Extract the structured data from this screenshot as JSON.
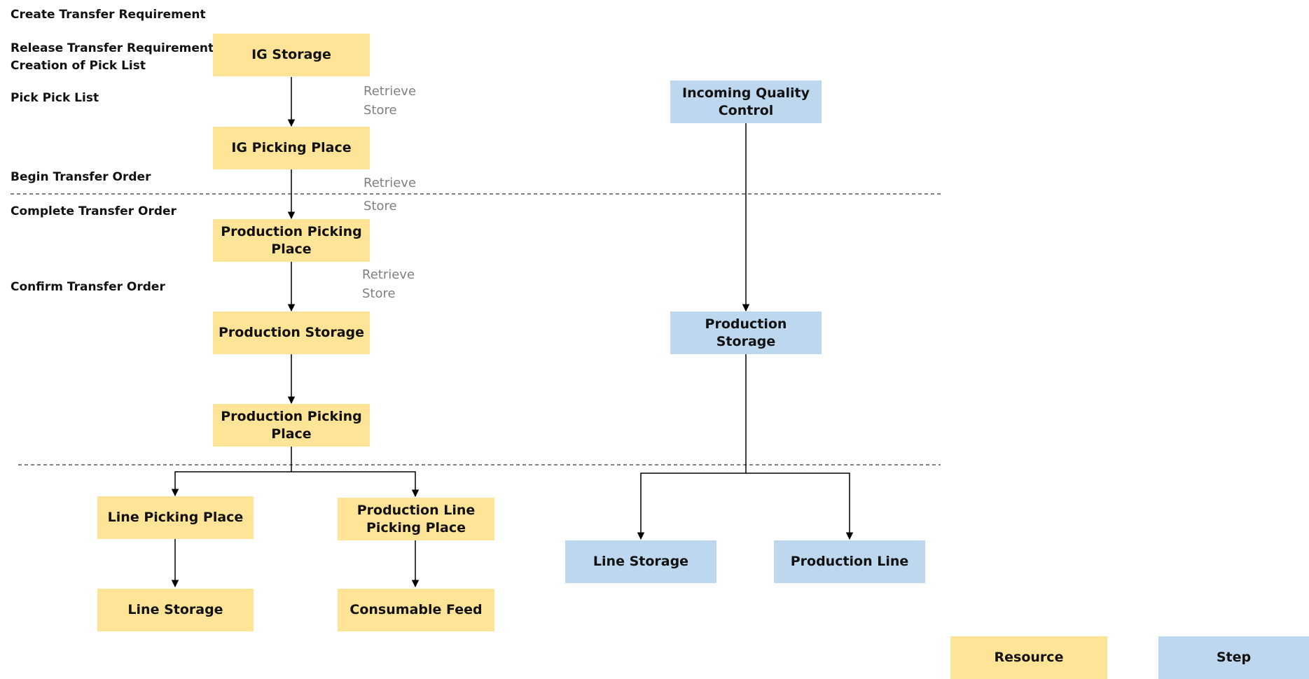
{
  "diagram": {
    "step_labels": [
      "Create Transfer Requirement",
      "Release Transfer Requirement +\nCreation of Pick List",
      "Pick Pick List",
      "Begin Transfer Order",
      "Complete Transfer Order",
      "Confirm Transfer Order"
    ],
    "annotations": [
      "Retrieve",
      "Store",
      "Retrieve",
      "Store",
      "Retrieve",
      "Store"
    ],
    "resource_nodes": {
      "ig_storage": "IG Storage",
      "ig_picking_place": "IG Picking Place",
      "production_picking_place_1": "Production Picking Place",
      "production_storage": "Production Storage",
      "production_picking_place_2": "Production Picking Place",
      "line_picking_place": "Line Picking Place",
      "production_line_picking_place": "Production Line Picking Place",
      "line_storage": "Line Storage",
      "consumable_feed": "Consumable Feed"
    },
    "step_nodes": {
      "incoming_quality_control": "Incoming Quality Control",
      "production_storage": "Production Storage",
      "line_storage": "Line Storage",
      "production_line": "Production Line"
    },
    "legend": {
      "resource": "Resource",
      "step": "Step"
    },
    "colors": {
      "resource": "#fde497",
      "step": "#bdd7ee",
      "annotation": "#808080",
      "line": "#000000"
    }
  }
}
